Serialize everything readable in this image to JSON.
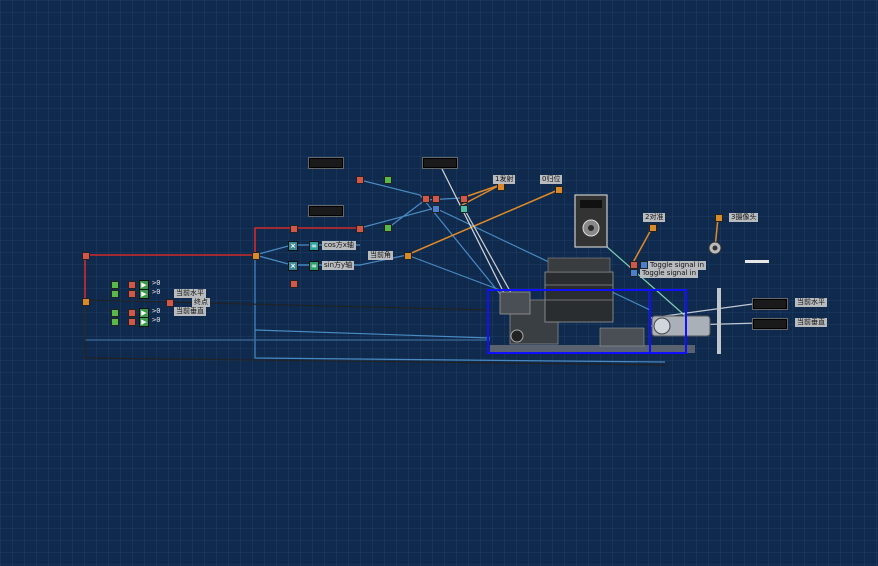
{
  "labels": {
    "fire": "1发射",
    "reset": "0归位",
    "aim": "2对准",
    "camera": "3摄像头",
    "cos_x": "cos方x轴",
    "sin_y": "sin方y轴",
    "current_angle": "当前角",
    "cur_horizontal_left": "当前水平",
    "cur_vertical_left": "当前垂直",
    "end_left": "终点",
    "cur_horizontal_right": "当前水平",
    "cur_vertical_right": "当前垂直",
    "toggle_1": "Toggle signal in",
    "toggle_2": "Toggle signal in"
  },
  "values": {
    "v1": ">0",
    "v2": ">0",
    "v3": ">0",
    "v4": ">0"
  },
  "colors": {
    "background": "#0f2a4d",
    "wire_red": "#d02a2a",
    "wire_blue": "#4a8ac2",
    "wire_orange": "#e08a28",
    "wire_white": "#d8d8d8",
    "wire_teal": "#7fd0b0",
    "selection": "#1010ff"
  }
}
